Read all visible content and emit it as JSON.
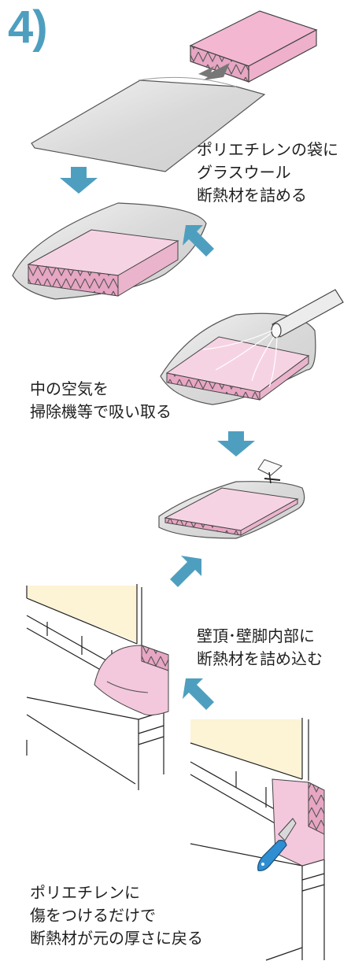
{
  "step": "4)",
  "captions": {
    "fill": [
      "ポリエチレンの袋に",
      "グラスウール",
      "断熱材を詰める"
    ],
    "vacuum": [
      "中の空気を",
      "掃除機等で吸い取る"
    ],
    "insert": [
      "壁頂･壁脚内部に",
      "断熱材を詰め込む"
    ],
    "release": [
      "ポリエチレンに",
      "傷をつけるだけで",
      "断熱材が元の厚さに戻る"
    ]
  },
  "colors": {
    "accent": "#4e9fbf",
    "insulation": "#f3c7dc",
    "insulation_side": "#e7a6c3",
    "bag": "#e2e2e2",
    "wall_panel": "#fdf3d5",
    "knife_handle": "#2f8ed2"
  }
}
